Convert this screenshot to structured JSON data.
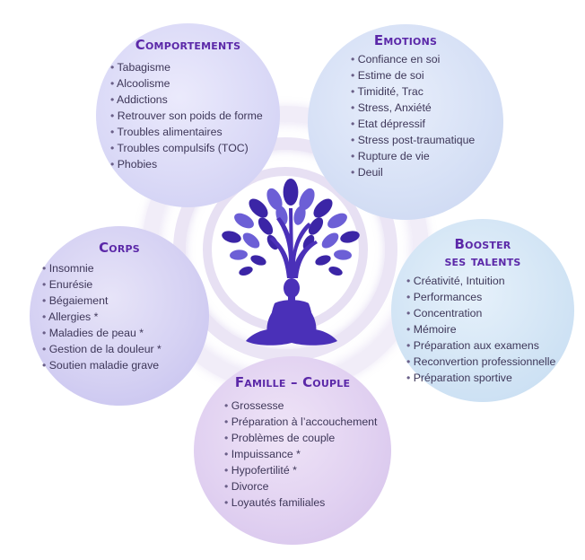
{
  "center": {
    "icon": "meditating-tree-person-icon",
    "colors": {
      "leaf_dark": "#3b25a6",
      "leaf_light": "#6c5fd6",
      "figure": "#4a30b8",
      "rings": "#ece6f6"
    }
  },
  "bubbles": {
    "emotions": {
      "title": "Emotions",
      "items": [
        "Confiance en soi",
        "Estime de soi",
        "Timidité, Trac",
        "Stress, Anxiété",
        "Etat dépressif",
        "Stress post-traumatique",
        "Rupture de vie",
        "Deuil"
      ]
    },
    "comportements": {
      "title": "Comportements",
      "items": [
        "Tabagisme",
        "Alcoolisme",
        "Addictions",
        "Retrouver son poids de forme",
        "Troubles alimentaires",
        "Troubles compulsifs (TOC)",
        "Phobies"
      ]
    },
    "corps": {
      "title": "Corps",
      "items": [
        "Insomnie",
        "Enurésie",
        "Bégaiement",
        "Allergies *",
        "Maladies de peau *",
        "Gestion de la douleur *",
        "Soutien maladie grave"
      ]
    },
    "booster": {
      "title_line1": "Booster",
      "title_line2": "ses talents",
      "items": [
        "Créativité, Intuition",
        "Performances",
        "Concentration",
        "Mémoire",
        "Préparation aux examens",
        "Reconvertion professionnelle",
        "Préparation sportive"
      ]
    },
    "famille": {
      "title": "Famille – Couple",
      "items": [
        "Grossesse",
        "Préparation à l’accouchement",
        "Problèmes de couple",
        "Impuissance *",
        "Hypofertilité *",
        "Divorce",
        "Loyautés familiales"
      ]
    }
  },
  "colors": {
    "title": "#5b28a8",
    "text": "#3d3658"
  }
}
